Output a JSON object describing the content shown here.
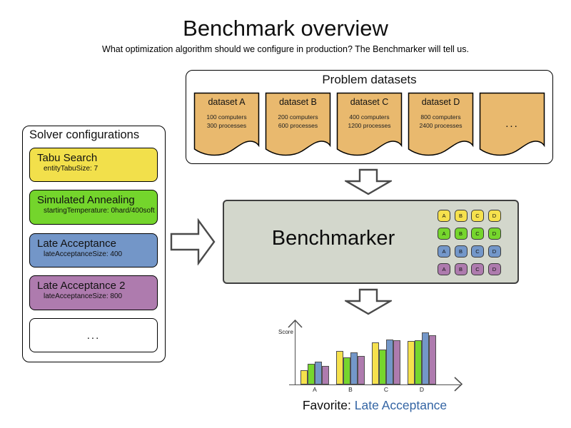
{
  "header": {
    "title": "Benchmark overview",
    "subtitle": "What optimization algorithm should we configure in production? The Benchmarker will tell us."
  },
  "datasets_panel": {
    "title": "Problem datasets",
    "card_color": "#e9b96e",
    "cards": [
      {
        "name": "dataset A",
        "line1": "100 computers",
        "line2": "300 processes"
      },
      {
        "name": "dataset B",
        "line1": "200 computers",
        "line2": "600 processes"
      },
      {
        "name": "dataset C",
        "line1": "400 computers",
        "line2": "1200 processes"
      },
      {
        "name": "dataset D",
        "line1": "800 computers",
        "line2": "2400 processes"
      },
      {
        "name": "",
        "ellipsis": "..."
      }
    ]
  },
  "solvers_panel": {
    "title": "Solver configurations",
    "cards": [
      {
        "name": "Tabu Search",
        "config": "entityTabuSize: 7",
        "color": "#f2e04b"
      },
      {
        "name": "Simulated Annealing",
        "config": "startingTemperature: 0hard/400soft",
        "color": "#74d52c"
      },
      {
        "name": "Late Acceptance",
        "config": "lateAcceptanceSize: 400",
        "color": "#7396c8"
      },
      {
        "name": "Late Acceptance 2",
        "config": "lateAcceptanceSize: 800",
        "color": "#ae7bae"
      },
      {
        "name": "",
        "config": "",
        "color": "#ffffff",
        "ellipsis": "..."
      }
    ]
  },
  "benchmarker": {
    "label": "Benchmarker",
    "chip_rows": [
      {
        "color": "#f6e14d",
        "labels": [
          "A",
          "B",
          "C",
          "D"
        ]
      },
      {
        "color": "#76d62d",
        "labels": [
          "A",
          "B",
          "C",
          "D"
        ]
      },
      {
        "color": "#7397c9",
        "labels": [
          "A",
          "B",
          "C",
          "D"
        ]
      },
      {
        "color": "#ae7bae",
        "labels": [
          "A",
          "B",
          "C",
          "D"
        ]
      }
    ]
  },
  "chart_data": {
    "type": "bar",
    "title": "",
    "xlabel": "",
    "ylabel": "Score",
    "categories": [
      "A",
      "B",
      "C",
      "D"
    ],
    "series": [
      {
        "name": "Tabu Search",
        "color": "#f6e14d",
        "values": [
          20,
          47,
          59,
          61
        ]
      },
      {
        "name": "Simulated Annealing",
        "color": "#76d62d",
        "values": [
          29,
          38,
          49,
          62
        ]
      },
      {
        "name": "Late Acceptance",
        "color": "#7397c9",
        "values": [
          32,
          45,
          63,
          73
        ]
      },
      {
        "name": "Late Acceptance 2",
        "color": "#ae7bae",
        "values": [
          26,
          40,
          62,
          69
        ]
      }
    ],
    "ylim": [
      0,
      80
    ],
    "grid": false,
    "legend": false,
    "note": "y values estimated from bar pixel heights; no numeric ticks shown"
  },
  "favorite": {
    "prefix": "Favorite: ",
    "value": "Late Acceptance",
    "value_color": "#3465a4"
  },
  "colors": {
    "benchmarker_bg": "#d3d7cc",
    "dataset_card": "#e9b96e",
    "arrow_outline": "#4a4a4a"
  }
}
